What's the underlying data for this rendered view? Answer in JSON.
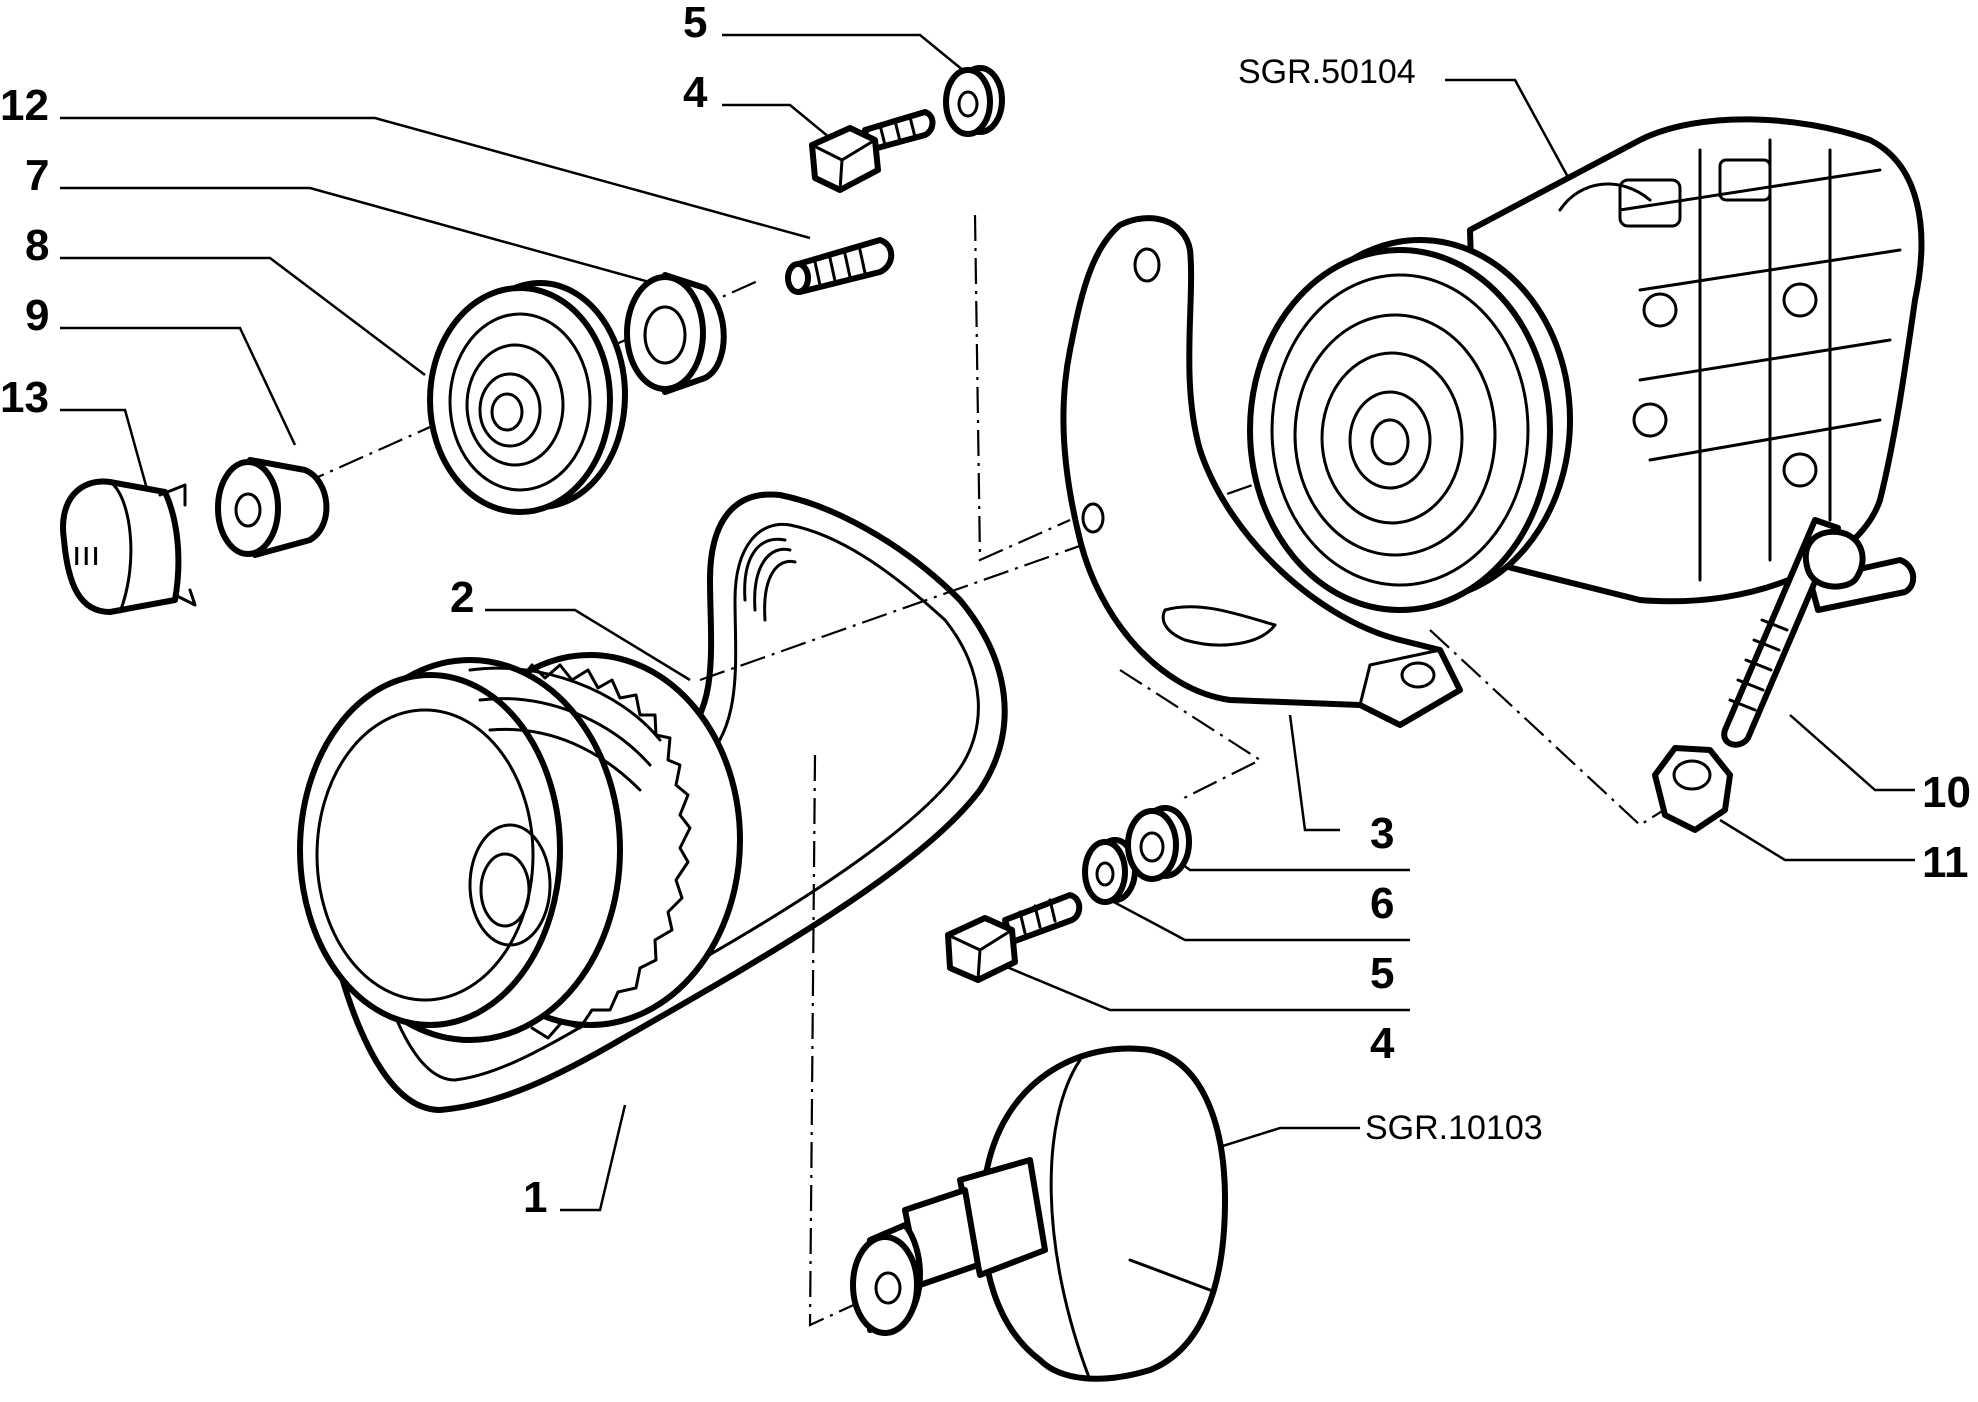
{
  "labels": {
    "p1": "1",
    "p2": "2",
    "p3": "3",
    "p4a": "4",
    "p4b": "4",
    "p5a": "5",
    "p5b": "5",
    "p6": "6",
    "p7": "7",
    "p8": "8",
    "p9": "9",
    "p10": "10",
    "p11": "11",
    "p12": "12",
    "p13": "13"
  },
  "references": {
    "compressor": "SGR.50104",
    "crankshaft": "SGR.10103"
  },
  "cap_marking": "ııı"
}
